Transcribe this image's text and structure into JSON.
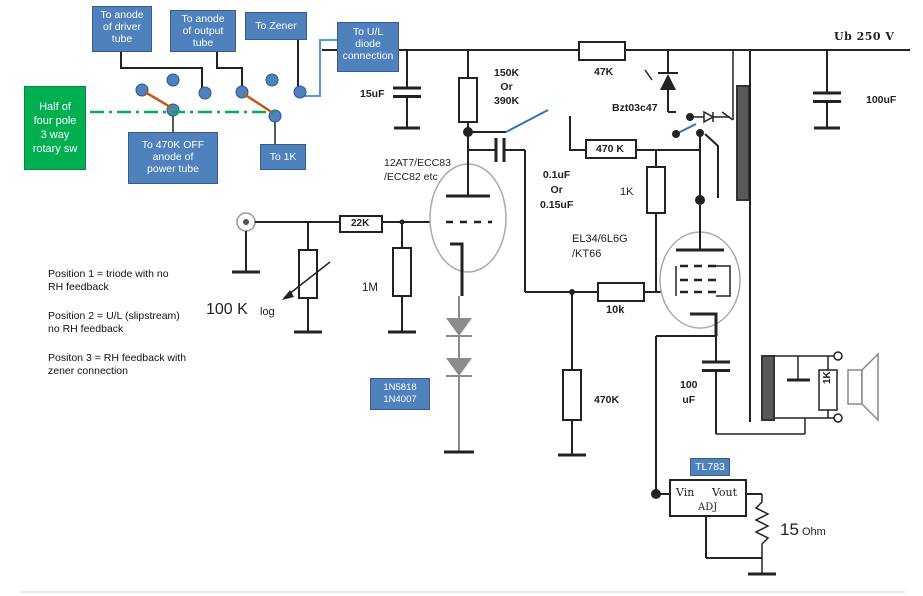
{
  "switch_boxes": {
    "driver": "To anode\nof driver\ntube",
    "output": "To anode\nof output\ntube",
    "zener": "To Zener",
    "ul": "To U/L\ndiode\nconnection",
    "r470k_off": "To 470K OFF\nanode of\npower tube",
    "to_1k": "To 1K"
  },
  "rotary_switch_label": "Half of\nfour pole\n3 way\nrotary sw",
  "notes": {
    "position1": "Position 1 = triode with no\nRH feedback",
    "position2": "Position 2 = U/L (slipstream)\nno RH feedback",
    "position3": "Positon 3 = RH feedback with\nzener connection"
  },
  "components": {
    "supply": "Ub 250 V",
    "cap_15uf": "15uF",
    "r150k": "150K\nOr\n390K",
    "r47k": "47K",
    "zener": "Bzt03c47",
    "cap_100uf_top": "100uF",
    "r470k": "470 K",
    "r1k_mid": "1K",
    "triode": "12AT7/ECC83\n/ECC82 etc",
    "coupling_cap": "0.1uF\nOr\n0.15uF",
    "pentode": "EL34/6L6G\n/KT66",
    "r22k": "22K",
    "r1m": "1M",
    "pot": "100 K",
    "pot_taper": "log",
    "diodes": "1N5818\n1N4007",
    "r10k": "10k",
    "r470k_grid": "470K",
    "cap_100uf_bottom": "100\nuF",
    "r1k_speaker": "1K",
    "regulator": "TL783",
    "reg_vin": "Vin",
    "reg_vout": "Vout",
    "reg_adj": "ADJ",
    "r15ohm": "15",
    "r15ohm_unit": "Ohm"
  }
}
